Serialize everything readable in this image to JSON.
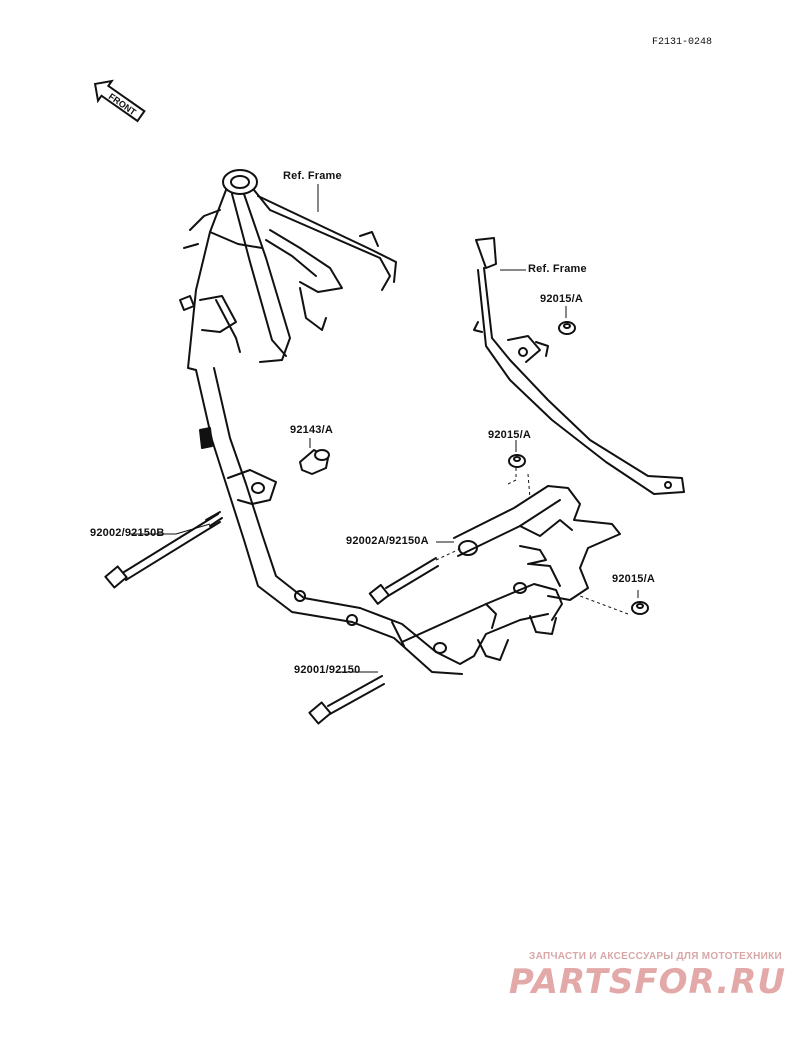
{
  "diagram_code": "F2131-0248",
  "front_label": "FRONT",
  "labels": {
    "ref_frame_1": "Ref. Frame",
    "ref_frame_2": "Ref. Frame",
    "p92015_top": "92015/A",
    "p92143": "92143/A",
    "p92015_mid": "92015/A",
    "p92002_92150b": "92002/92150B",
    "p92002a_92150a": "92002A/92150A",
    "p92015_right": "92015/A",
    "p92001_92150": "92001/92150"
  },
  "watermark": {
    "tagline": "ЗАПЧАСТИ И АКСЕССУАРЫ ДЛЯ МОТОТЕХНИКИ",
    "brand": "PARTSFOR.RU"
  },
  "colors": {
    "ink": "#111111",
    "watermark": "#e3a9a9"
  }
}
